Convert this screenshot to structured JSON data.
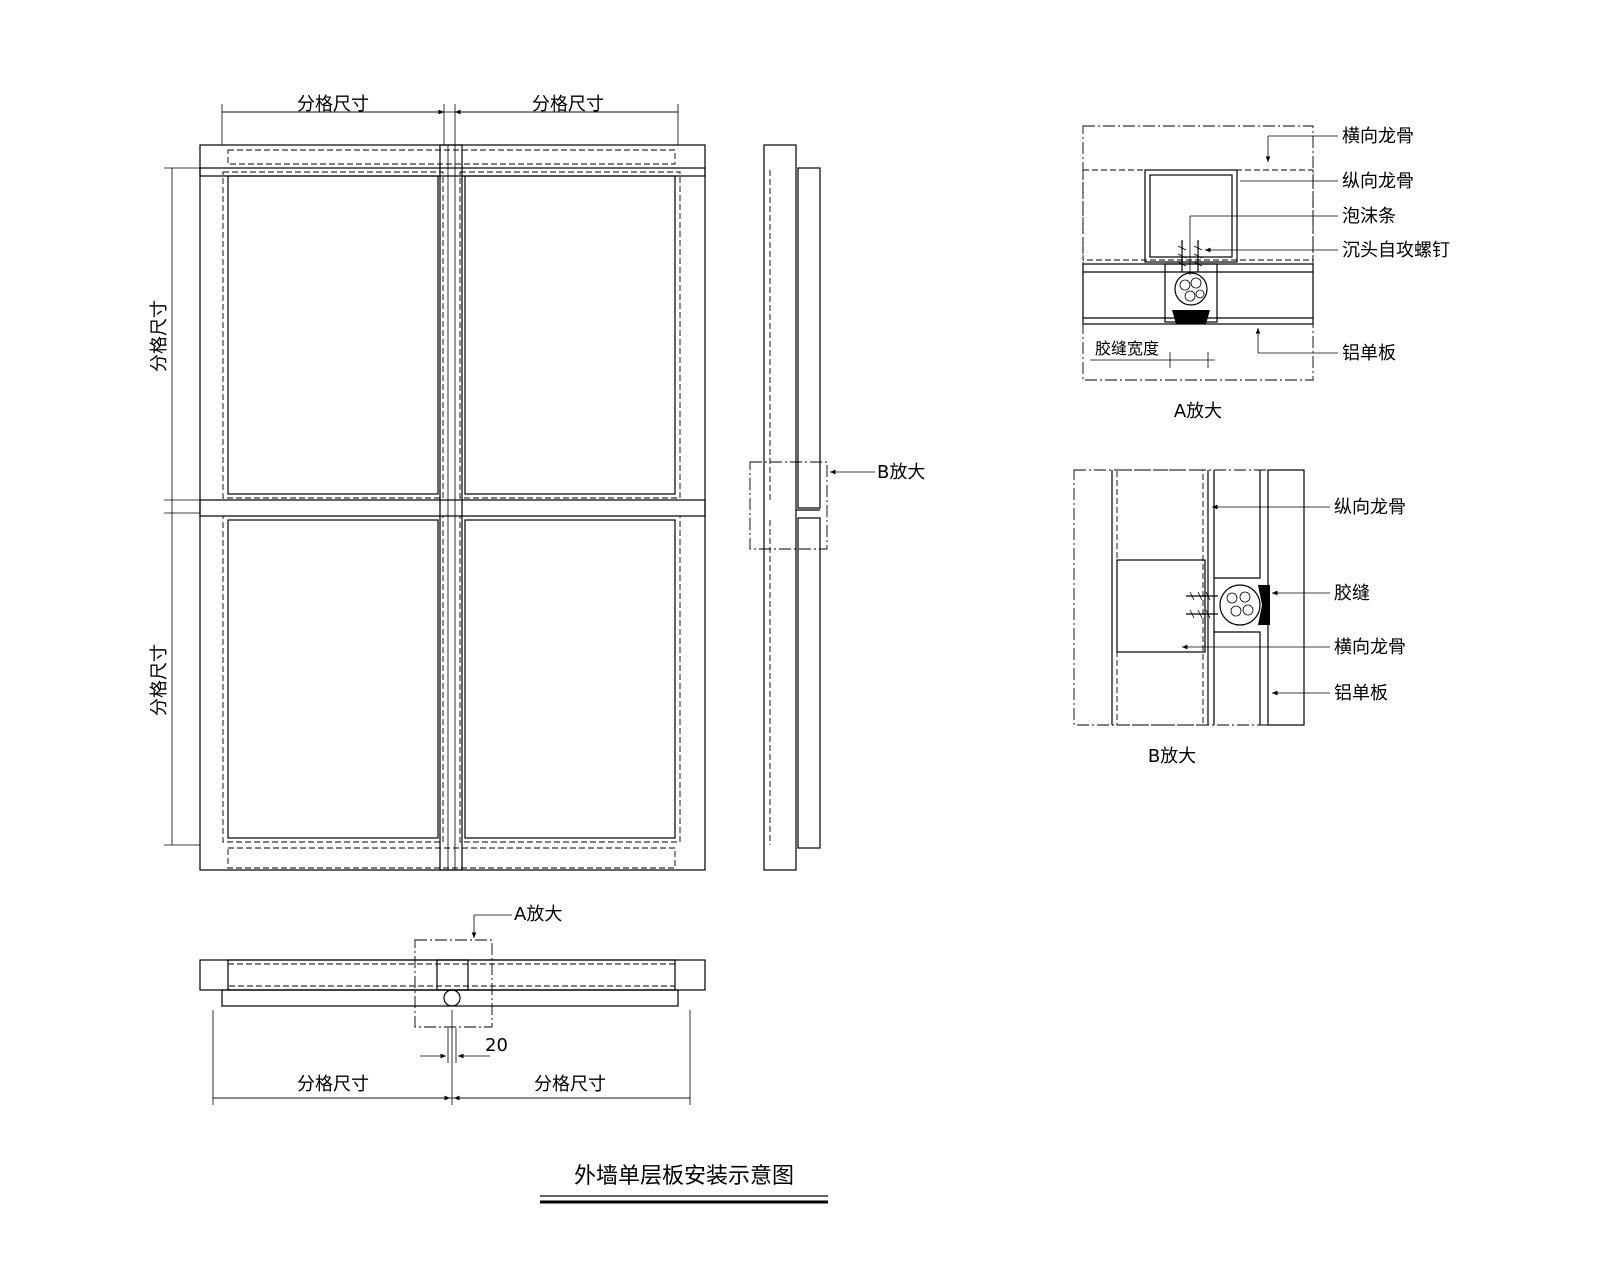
{
  "title": "外墙单层板安装示意图",
  "colors": {
    "ink": "#000000",
    "paper": "#ffffff"
  },
  "elevation": {
    "dim_top_left": "分格尺寸",
    "dim_top_right": "分格尺寸",
    "dim_left_upper": "分格尺寸",
    "dim_left_lower": "分格尺寸"
  },
  "side_view": {
    "callout": "B放大"
  },
  "plan_view": {
    "callout": "A放大",
    "gap_dim": "20",
    "dim_left": "分格尺寸",
    "dim_right": "分格尺寸"
  },
  "detail_a": {
    "caption": "A放大",
    "labels": [
      "横向龙骨",
      "纵向龙骨",
      "泡沫条",
      "沉头自攻螺钉",
      "铝单板"
    ],
    "joint_width": "胶缝宽度"
  },
  "detail_b": {
    "caption": "B放大",
    "labels": [
      "纵向龙骨",
      "胶缝",
      "横向龙骨",
      "铝单板"
    ]
  }
}
